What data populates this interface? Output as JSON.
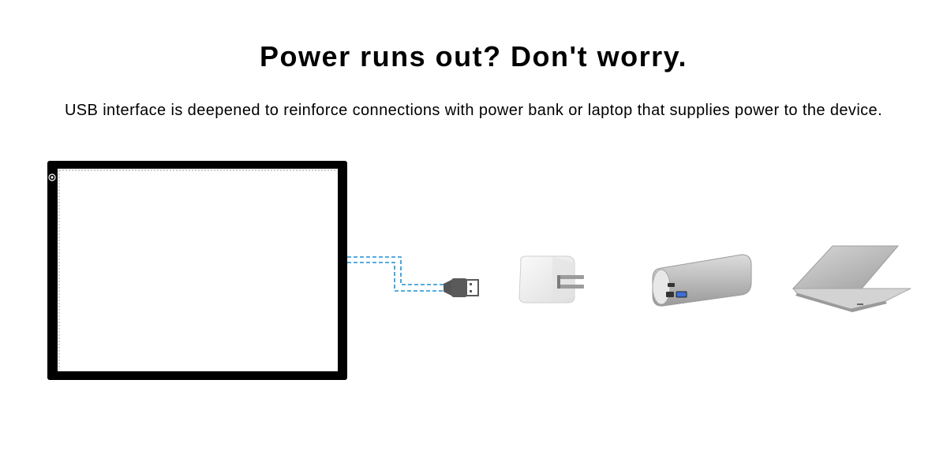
{
  "header": {
    "title": "Power runs out? Don't worry.",
    "subtitle": "USB interface is deepened to reinforce connections with power bank or laptop that supplies power to the device."
  },
  "colors": {
    "cable": "#1e90d6",
    "pad_frame": "#000000",
    "pad_surface": "#ffffff",
    "device_silver": "#c8c8c8"
  },
  "devices": {
    "pad": "led-light-pad",
    "connector": "usb-plug-icon",
    "items": [
      "wall-adapter-icon",
      "power-bank-icon",
      "laptop-icon"
    ]
  }
}
